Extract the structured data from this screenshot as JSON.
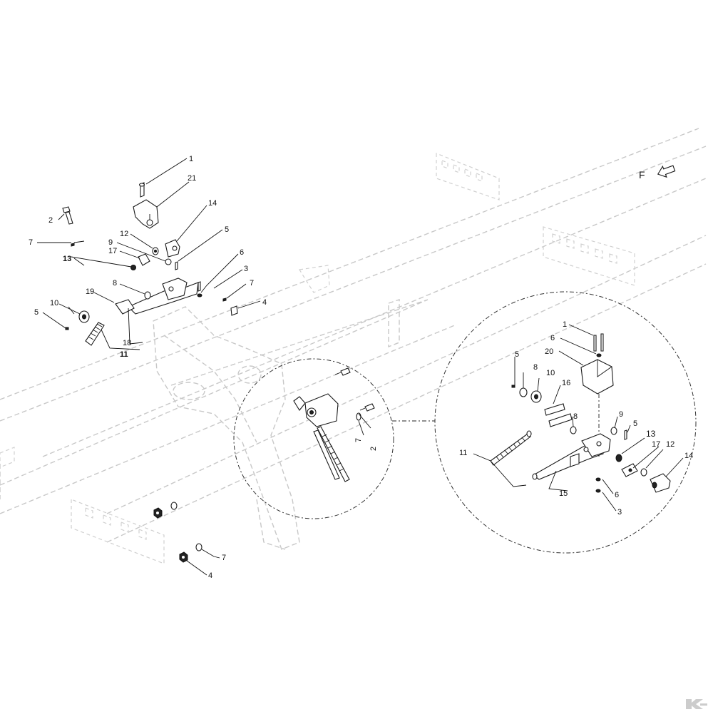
{
  "diagram": {
    "view_marker": "F",
    "callouts_left": [
      "1",
      "21",
      "2",
      "14",
      "7",
      "12",
      "9",
      "5",
      "17",
      "13",
      "6",
      "3",
      "8",
      "7",
      "19",
      "4",
      "10",
      "5",
      "18",
      "11"
    ],
    "callouts_center": [
      "7",
      "2"
    ],
    "callouts_bottom": [
      "7",
      "4"
    ],
    "callouts_detail": [
      "1",
      "6",
      "20",
      "5",
      "8",
      "10",
      "16",
      "8",
      "9",
      "5",
      "13",
      "17",
      "12",
      "14",
      "11",
      "15",
      "6",
      "3"
    ]
  },
  "icons": {
    "view_arrow": "arrow-icon",
    "brand": "brand-logo"
  },
  "colors": {
    "line": "#1a1a1a",
    "frame": "#c8c8c8",
    "background": "#ffffff",
    "logo": "#cccccc"
  }
}
